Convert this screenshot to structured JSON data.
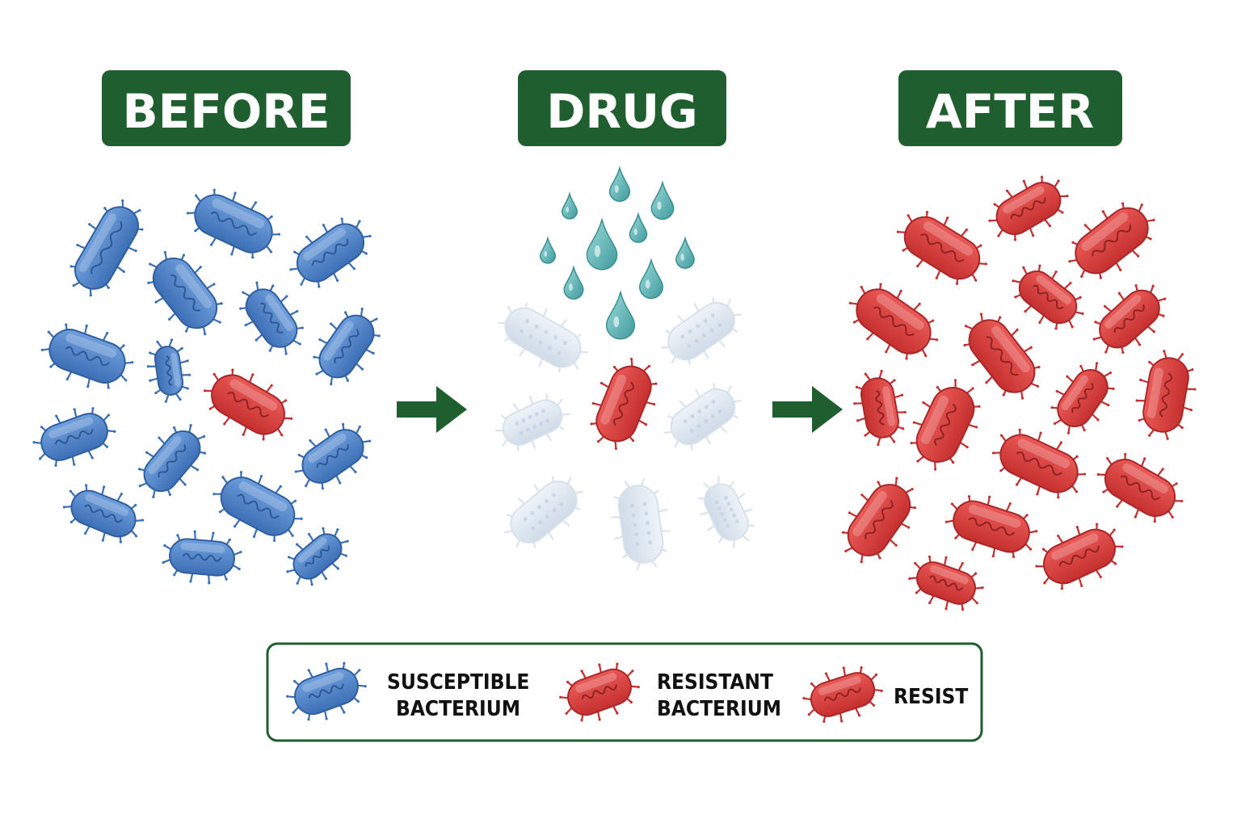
{
  "headers": {
    "before": "BEFORE",
    "drug": "DRUG",
    "after": "AFTER"
  },
  "legend": {
    "susceptible_line1": "SUSCEPTIBLE",
    "susceptible_line2": "BACTERIUM",
    "resistant_line1": "RESISTANT",
    "resistant_line2": "BACTERIUM",
    "resist": "RESIST"
  },
  "colors": {
    "header_green": "#1f5e2e",
    "arrow_green": "#1f5e2e",
    "susceptible": "#4a7fc6",
    "resistant": "#d9403f",
    "dead": "#c9d6e4",
    "drop": "#5fb7b7"
  },
  "icons": [
    "arrow-right-icon",
    "drug-drop-icon",
    "susceptible-bacterium-icon",
    "resistant-bacterium-icon",
    "dead-bacterium-icon"
  ]
}
